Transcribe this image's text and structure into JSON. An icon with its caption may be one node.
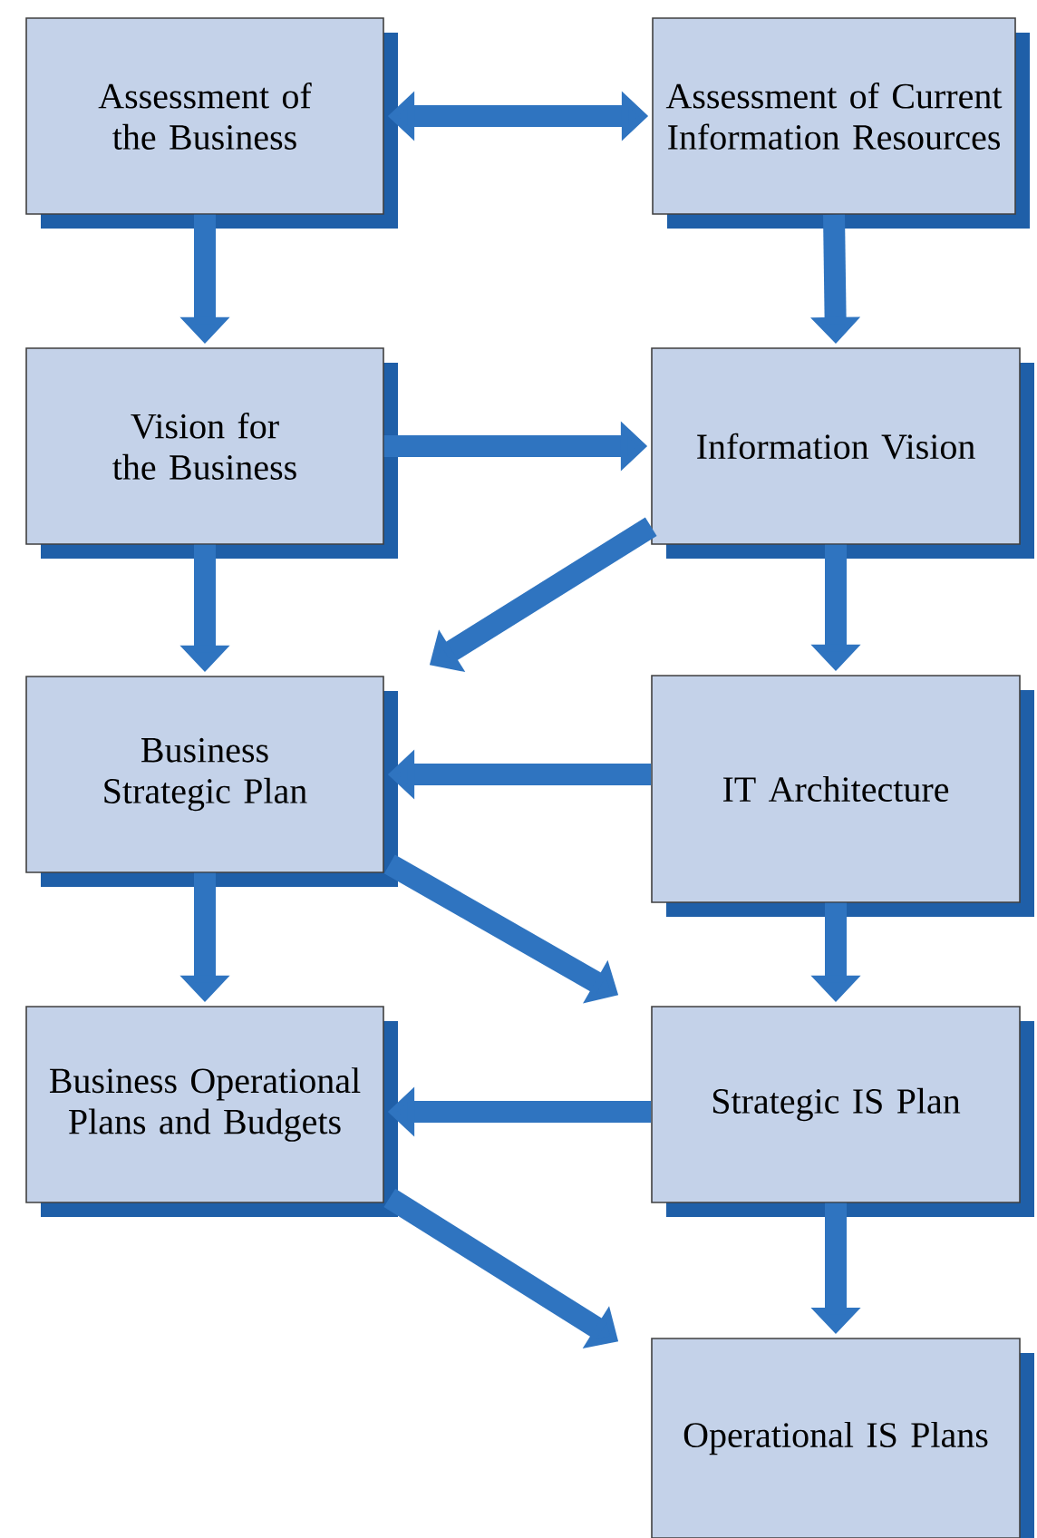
{
  "diagram": {
    "nodes": [
      {
        "text": [
          "Assessment of the Business"
        ]
      },
      {
        "text": [
          "Assessment of Current Information Resources"
        ]
      },
      {
        "text": [
          "Vision for the Business"
        ]
      },
      {
        "text": [
          "Information Vision"
        ]
      },
      {
        "text": [
          "Business Strategic Plan"
        ]
      },
      {
        "text": [
          "IT Architecture"
        ]
      },
      {
        "text": [
          "Business Operational Plans and Budgets"
        ]
      },
      {
        "text": [
          "Strategic IS Plan"
        ]
      },
      {
        "text": [
          "Operational IS Plans"
        ]
      }
    ],
    "edges": [
      {
        "from": 0,
        "to": 1,
        "arrow": "both"
      },
      {
        "from": 0,
        "to": 2,
        "arrow": "to"
      },
      {
        "from": 1,
        "to": 3,
        "arrow": "to"
      },
      {
        "from": 2,
        "to": 3,
        "arrow": "to"
      },
      {
        "from": 3,
        "to": 4,
        "arrow": "to"
      },
      {
        "from": 2,
        "to": 4,
        "arrow": "to"
      },
      {
        "from": 3,
        "to": 5,
        "arrow": "to"
      },
      {
        "from": 5,
        "to": 4,
        "arrow": "to"
      },
      {
        "from": 4,
        "to": 7,
        "arrow": "to"
      },
      {
        "from": 4,
        "to": 6,
        "arrow": "to"
      },
      {
        "from": 5,
        "to": 7,
        "arrow": "to"
      },
      {
        "from": 7,
        "to": 6,
        "arrow": "to"
      },
      {
        "from": 6,
        "to": 8,
        "arrow": "to"
      },
      {
        "from": 7,
        "to": 8,
        "arrow": "to"
      }
    ]
  }
}
